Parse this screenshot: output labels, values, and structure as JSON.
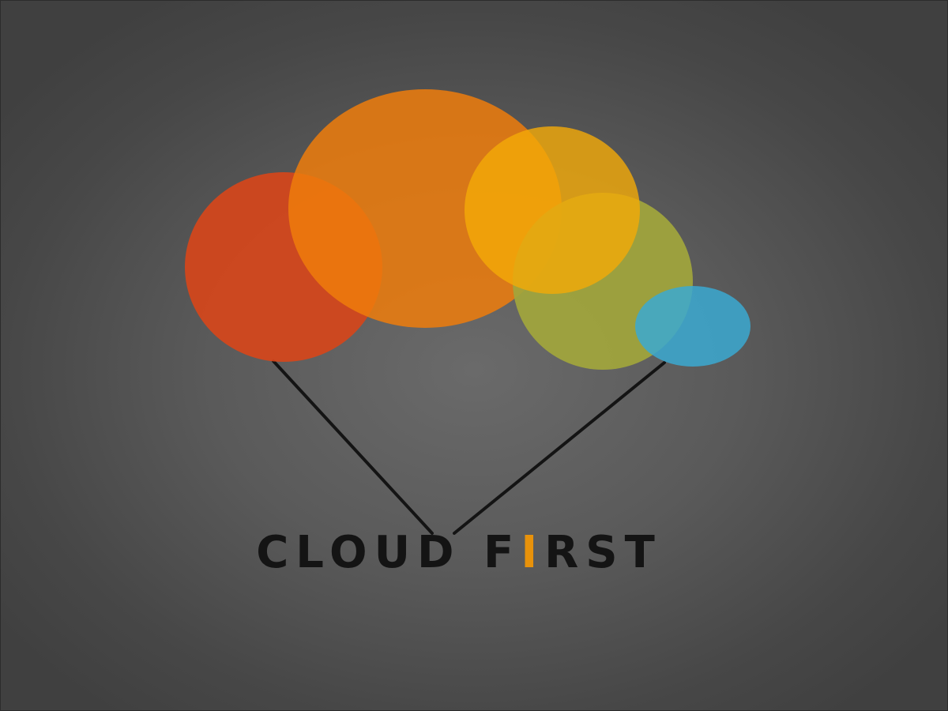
{
  "logo": {
    "word_one": "CLOUD",
    "word_two_start": "F",
    "word_two_accent_letter": "I",
    "word_two_end": "RST",
    "text_color": "#141414",
    "accent_color": "#e8920a"
  },
  "graphic": {
    "circle_colors": {
      "red": "#d8461a",
      "orange": "#ee7d0c",
      "yellow": "#f4aa08",
      "olive": "#a2a63c",
      "blue": "#3ba9d1"
    },
    "string_color": "#141414"
  },
  "background": {
    "center_color": "#6a6a6a",
    "edge_color": "#404040"
  }
}
